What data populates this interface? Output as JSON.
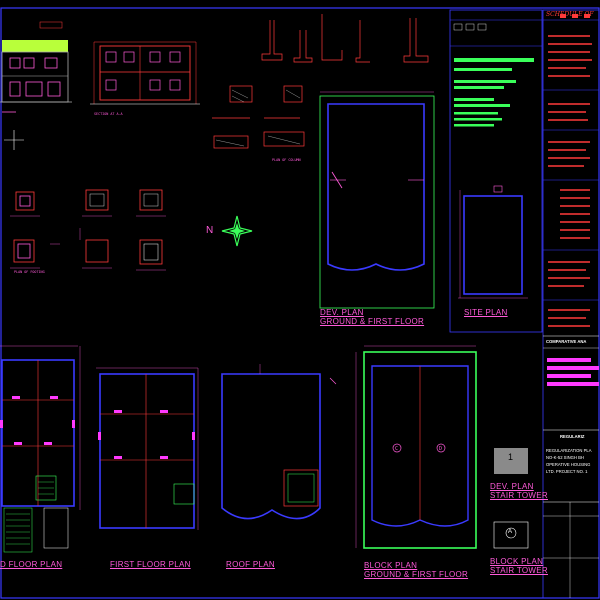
{
  "drawing": {
    "plans": {
      "dev_plan": {
        "line1": "DEV. PLAN",
        "line2": "GROUND & FIRST FLOOR"
      },
      "site_plan": "SITE PLAN",
      "ground_floor_plan": "D FLOOR PLAN",
      "first_floor_plan": "FIRST FLOOR PLAN",
      "roof_plan": "ROOF PLAN",
      "block_plan": {
        "line1": "BLOCK PLAN",
        "line2": "GROUND & FIRST FLOOR"
      },
      "dev_plan_stair": {
        "line1": "DEV. PLAN",
        "line2": "STAIR TOWER"
      },
      "block_plan_stair": {
        "line1": "BLOCK PLAN",
        "line2": "STAIR TOWER"
      }
    },
    "sections": {
      "section_aa": "SECTION AT A-A",
      "plan_of_column": "PLAN OF COLUMN",
      "plan_of_footing": "PLAN OF FOOTING"
    },
    "block_markers": {
      "c": "C",
      "d": "D",
      "one": "1",
      "a": "A"
    },
    "north_label": "N",
    "title_block": {
      "schedule_header": "SCHEDULE OF",
      "comparative_header": "COMPARATIVE ANA",
      "regularization_header": "REGULARIZ",
      "regularization_text": [
        "REGULARIZATION PLA",
        "NO-K-52 SINGH BH",
        "OPERATIVE HOUSING",
        "LTD. PROJECT NO. 1"
      ]
    }
  }
}
